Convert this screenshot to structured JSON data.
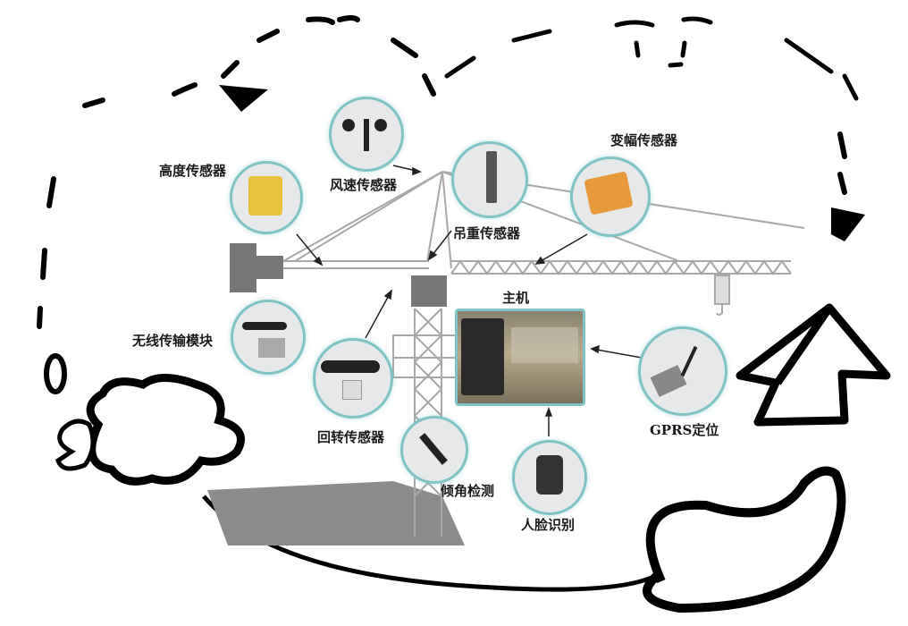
{
  "diagram": {
    "title": "塔吊安全监控系统示意图",
    "host_label": "主机",
    "components": [
      {
        "id": "height",
        "label": "高度传感器",
        "color": "#e8c23a"
      },
      {
        "id": "wind",
        "label": "风速传感器",
        "color": "#222222"
      },
      {
        "id": "load",
        "label": "吊重传感器",
        "color": "#555555"
      },
      {
        "id": "amplitude",
        "label": "变幅传感器",
        "color": "#e89a3a"
      },
      {
        "id": "wireless",
        "label": "无线传输模块",
        "color": "#222222"
      },
      {
        "id": "slewing",
        "label": "回转传感器",
        "color": "#222222"
      },
      {
        "id": "tilt",
        "label": "倾角检测",
        "color": "#222222"
      },
      {
        "id": "face",
        "label": "人脸识别",
        "color": "#333333"
      },
      {
        "id": "gprs",
        "label": "GPRS定位",
        "color": "#666666"
      }
    ],
    "colors": {
      "bubble_border": "#7fc3c5",
      "bubble_fill": "#e6e8ea",
      "crane": "#9a9a9a",
      "doodle": "#000000"
    }
  }
}
